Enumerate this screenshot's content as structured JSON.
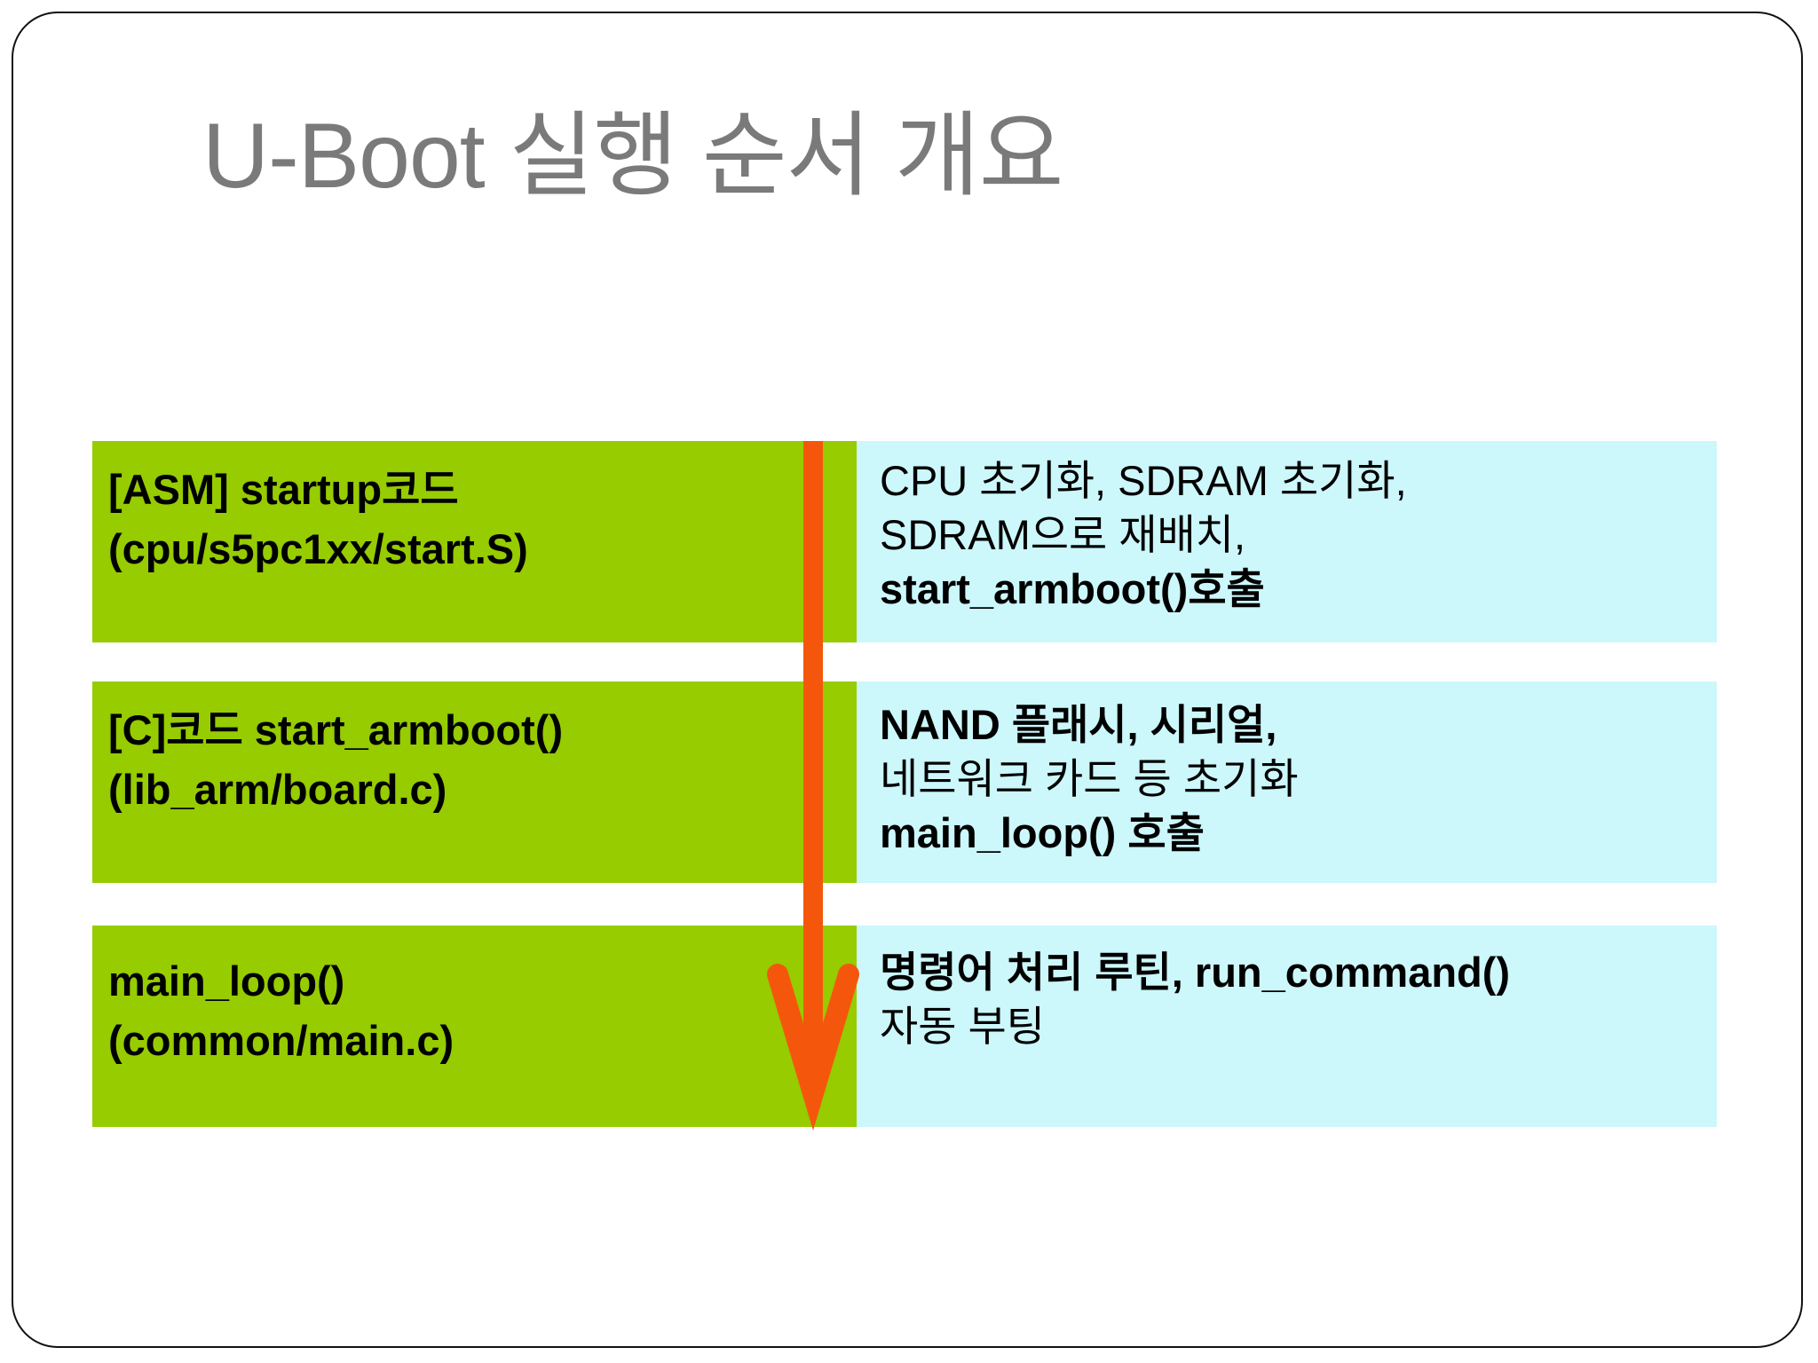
{
  "slide": {
    "title": "U-Boot 실행 순서 개요",
    "title_color": "#7a7a7a",
    "background_color": "#ffffff",
    "border_color": "#111111"
  },
  "colors": {
    "stage_box": "#96cc00",
    "description_box": "#ccf7fb",
    "arrow": "#f4570b",
    "text": "#000000"
  },
  "diagram": {
    "arrow": {
      "name": "downward-flow-arrow",
      "direction": "down",
      "color": "#f4570b"
    },
    "rows": [
      {
        "stage": {
          "line1": "[ASM] startup코드",
          "line2": " (cpu/s5pc1xx/start.S)"
        },
        "description": {
          "line1": "CPU 초기화, SDRAM 초기화,",
          "line2": "SDRAM으로 재배치,",
          "line3": "start_armboot()호출"
        }
      },
      {
        "stage": {
          "line1": "[C]코드 start_armboot()",
          "line2": "(lib_arm/board.c)"
        },
        "description": {
          "line1": "NAND 플래시, 시리얼,",
          "line2": "네트워크 카드 등 초기화",
          "line3": "main_loop() 호출"
        }
      },
      {
        "stage": {
          "line1": "main_loop()",
          "line2": "(common/main.c)"
        },
        "description": {
          "line1": "명령어 처리 루틴, run_command()",
          "line2": "자동 부팅",
          "line3": ""
        }
      }
    ]
  }
}
